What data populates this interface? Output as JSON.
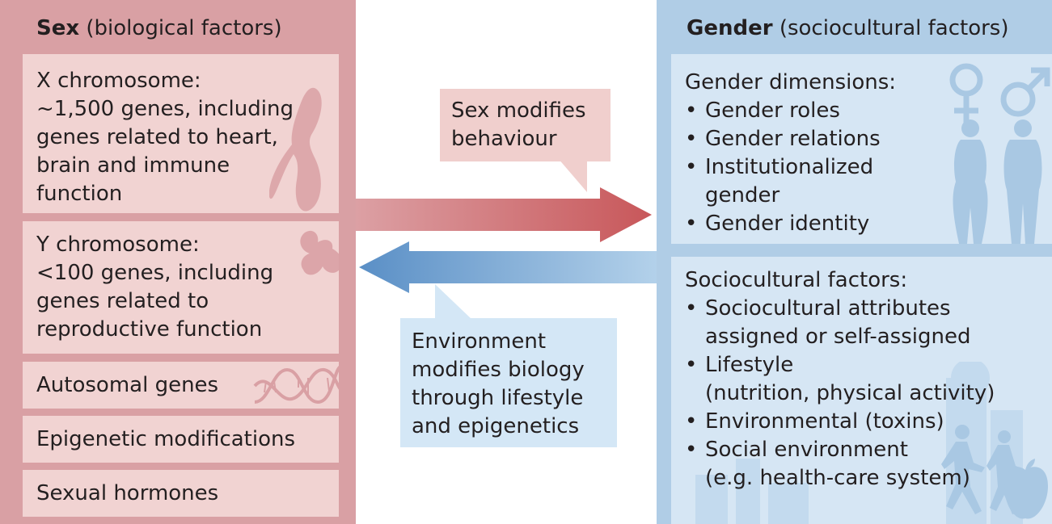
{
  "sex": {
    "title_bold": "Sex",
    "title_rest": " (biological factors)",
    "x_chromosome": {
      "lines": [
        "X chromosome:",
        "~1,500 genes, including",
        "genes related to heart,",
        "brain and immune",
        "function"
      ]
    },
    "y_chromosome": {
      "lines": [
        "Y chromosome:",
        "<100 genes, including",
        "genes related to",
        "reproductive function"
      ]
    },
    "autosomal": "Autosomal genes",
    "epigenetic": "Epigenetic modifications",
    "hormones": "Sexual hormones"
  },
  "gender": {
    "title_bold": "Gender",
    "title_rest": " (sociocultural factors)",
    "dimensions": {
      "heading": "Gender dimensions:",
      "items": [
        "Gender roles",
        "Gender relations",
        "Institutionalized",
        "gender",
        "Gender identity"
      ]
    },
    "sociocultural": {
      "heading": "Sociocultural factors:",
      "items": [
        "Sociocultural attributes",
        "assigned or self-assigned",
        "Lifestyle",
        "(nutrition, physical activity)",
        "Environmental (toxins)",
        "Social environment",
        "(e.g. health-care system)"
      ]
    },
    "bullet_char": "•"
  },
  "callouts": {
    "sex_modifies": [
      "Sex modifies",
      "behaviour"
    ],
    "environment_modifies": [
      "Environment",
      "modifies biology",
      "through lifestyle",
      "and epigenetics"
    ]
  },
  "colors": {
    "sex_panel": "#d9a0a4",
    "sex_box": "#f1d3d2",
    "gender_panel": "#b0cde6",
    "gender_box": "#d6e6f4",
    "arrow_red": "#c8575a",
    "arrow_blue": "#5a8fc6"
  },
  "icons": [
    "x-chromosome-icon",
    "y-chromosome-icon",
    "dna-helix-icon",
    "female-symbol-icon",
    "male-symbol-icon",
    "female-figure-icon",
    "male-figure-icon",
    "runners-icon",
    "apple-icon",
    "city-skyline-icon"
  ]
}
